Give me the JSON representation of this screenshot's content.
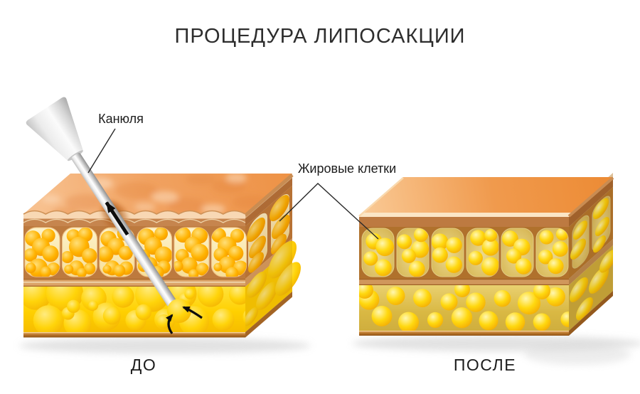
{
  "title": "ПРОЦЕДУРА ЛИПОСАКЦИИ",
  "annotations": {
    "cannula": "Канюля",
    "fat_cells": "Жировые клетки"
  },
  "blocks": {
    "before": {
      "caption": "ДО"
    },
    "after": {
      "caption": "ПОСЛЕ"
    }
  },
  "colors": {
    "background": "#ffffff",
    "title_text": "#2d2d2d",
    "label_text": "#1c1c1c",
    "annotation_line": "#2a2a2a",
    "skin_top_orange": "#f09a4d",
    "skin_edge_cream": "#f8d8b4",
    "dermis_tan": "#c6854e",
    "cell_border_brown": "#bd7a3e",
    "before_cell_fill": "#fdf3cb",
    "before_ball_orange": "#ffb300",
    "deep_fat_yellow": "#ffd000",
    "after_cell_fill": "#d9ba55",
    "after_ball_yellow": "#ffd80f",
    "after_deep_olive": "#d9b843",
    "bottom_band_brown": "#a96326",
    "cannula_grey": "#cccccc",
    "arrow_black": "#0d0d0d"
  }
}
